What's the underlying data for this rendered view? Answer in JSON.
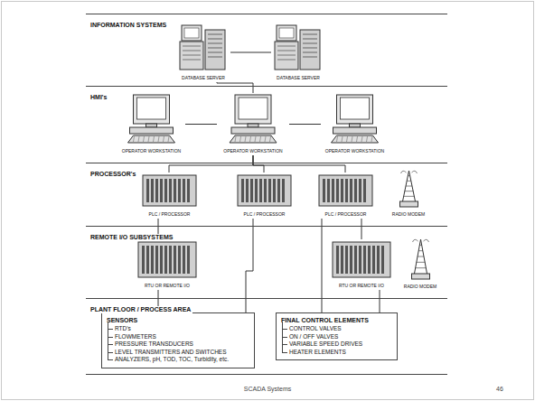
{
  "diagram": {
    "nodes": [
      {
        "text": [
          "INFORMATION SYSTEMS"
        ]
      },
      {
        "text": [
          "DATABASE SERVER"
        ],
        "in": 0
      },
      {
        "text": [
          "DATABASE SERVER"
        ],
        "in": 0
      },
      {
        "text": [
          "HMI's"
        ]
      },
      {
        "text": [
          "OPERATOR WORKSTATION"
        ],
        "in": 3
      },
      {
        "text": [
          "OPERATOR WORKSTATION"
        ],
        "in": 3
      },
      {
        "text": [
          "OPERATOR WORKSTATION"
        ],
        "in": 3
      },
      {
        "text": [
          "PROCESSOR's"
        ]
      },
      {
        "text": [
          "PLC / PROCESSOR"
        ],
        "in": 7
      },
      {
        "text": [
          "PLC / PROCESSOR"
        ],
        "in": 7
      },
      {
        "text": [
          "PLC / PROCESSOR"
        ],
        "in": 7
      },
      {
        "text": [
          "RADIO MODEM"
        ],
        "in": 7
      },
      {
        "text": [
          "REMOTE I/O SUBSYSTEMS"
        ]
      },
      {
        "text": [
          "RTU OR REMOTE I/O"
        ],
        "in": 12
      },
      {
        "text": [
          "RTU OR REMOTE I/O"
        ],
        "in": 12
      },
      {
        "text": [
          "RADIO MODEM"
        ],
        "in": 12
      },
      {
        "text": [
          "PLANT FLOOR / PROCESS AREA"
        ]
      },
      {
        "text": [
          "SENSORS",
          "RTD's",
          "FLOWMETERS",
          "PRESSURE TRANSDUCERS",
          "LEVEL TRANSMITTERS AND SWITCHES",
          "ANALYZERS, pH, TOD, TOC, Turbidity, etc."
        ],
        "in": 16
      },
      {
        "text": [
          "FINAL CONTROL ELEMENTS",
          "CONTROL VALVES",
          "ON / OFF VALVES",
          "VARIABLE SPEED DRIVES",
          "HEATER ELEMENTS"
        ],
        "in": 16
      }
    ],
    "edges": [
      {
        "from": 1,
        "to": 2,
        "arrow": "none"
      },
      {
        "from": 1,
        "to": 5,
        "arrow": "none"
      },
      {
        "from": 4,
        "to": 5,
        "arrow": "none"
      },
      {
        "from": 5,
        "to": 6,
        "arrow": "none"
      },
      {
        "from": 5,
        "to": 8,
        "arrow": "none"
      },
      {
        "from": 5,
        "to": 9,
        "arrow": "none"
      },
      {
        "from": 5,
        "to": 10,
        "arrow": "none"
      },
      {
        "from": 8,
        "to": 13,
        "arrow": "none"
      },
      {
        "from": 13,
        "to": 17,
        "arrow": "none"
      },
      {
        "from": 9,
        "to": 17,
        "arrow": "none"
      },
      {
        "from": 10,
        "to": 18,
        "arrow": "none"
      },
      {
        "from": 14,
        "to": 18,
        "arrow": "none"
      },
      {
        "from": 10,
        "to": 14,
        "arrow": "none"
      }
    ],
    "labels": [
      "SCADA Systems",
      "46"
    ]
  }
}
